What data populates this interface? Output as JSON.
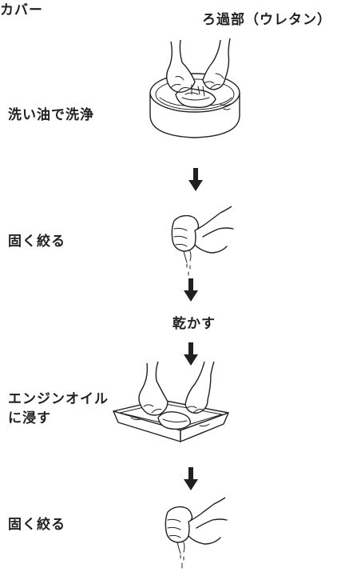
{
  "labels": {
    "cover": "カバー",
    "filter_part": "ろ過部（ウレタン）",
    "wash_in_oil": "洗い油で洗浄",
    "squeeze_1": "固く絞る",
    "dry": "乾かす",
    "soak_in_engine_oil_line1": "エンジンオイル",
    "soak_in_engine_oil_line2": "に浸す",
    "squeeze_2": "固く絞る"
  }
}
